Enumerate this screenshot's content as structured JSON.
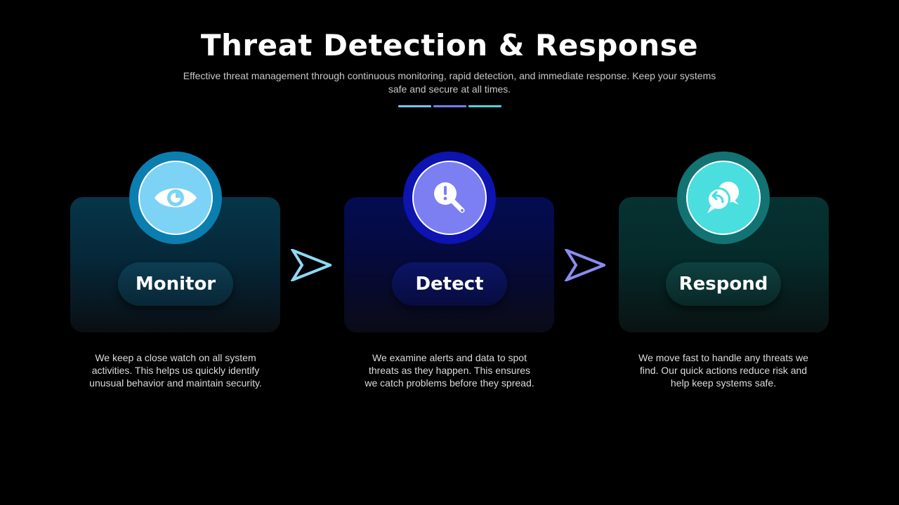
{
  "header": {
    "title": "Threat Detection & Response",
    "subtitle": "Effective threat management through continuous monitoring, rapid detection, and immediate response. Keep your systems safe and secure at all times."
  },
  "divider_colors": [
    "#6ec8f0",
    "#7a7bf0",
    "#46d8d8"
  ],
  "steps": [
    {
      "label": "Monitor",
      "icon": "eye-icon",
      "description": "We keep a close watch on all system activities. This helps us quickly identify unusual behavior and maintain security.",
      "colors": {
        "ring": "#0b7eb0",
        "inner": "#7dd3f5",
        "pill": "#0a3346"
      }
    },
    {
      "label": "Detect",
      "icon": "magnifier-alert-icon",
      "description": "We examine alerts and data to spot threats as they happen. This ensures we catch problems before they spread.",
      "colors": {
        "ring": "#0d14b0",
        "inner": "#7b7ff2",
        "pill": "#0a0f4a"
      }
    },
    {
      "label": "Respond",
      "icon": "chat-reply-icon",
      "description": "We move fast to handle any threats we find. Our quick actions reduce risk and help keep systems safe.",
      "colors": {
        "ring": "#137373",
        "inner": "#4adede",
        "pill": "#0b3333"
      }
    }
  ],
  "arrows": [
    {
      "icon": "arrow-right-icon",
      "color": "#8fd8f5"
    },
    {
      "icon": "arrow-right-icon",
      "color": "#8a8cf0"
    }
  ]
}
